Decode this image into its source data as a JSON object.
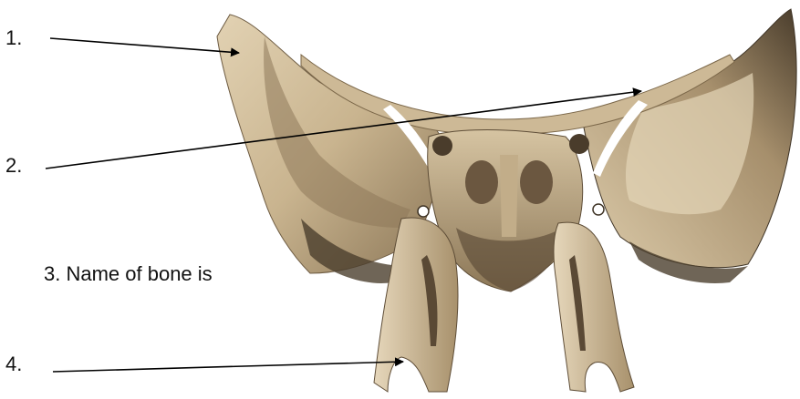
{
  "labels": {
    "item1": "1.",
    "item2": "2.",
    "item3": "3. Name of bone is",
    "item4": "4."
  },
  "colors": {
    "bone_light": "#d9c7a6",
    "bone_mid": "#b9a37e",
    "bone_shadow": "#6e5c43",
    "bone_dark": "#3f3426",
    "arrow": "#000000"
  }
}
